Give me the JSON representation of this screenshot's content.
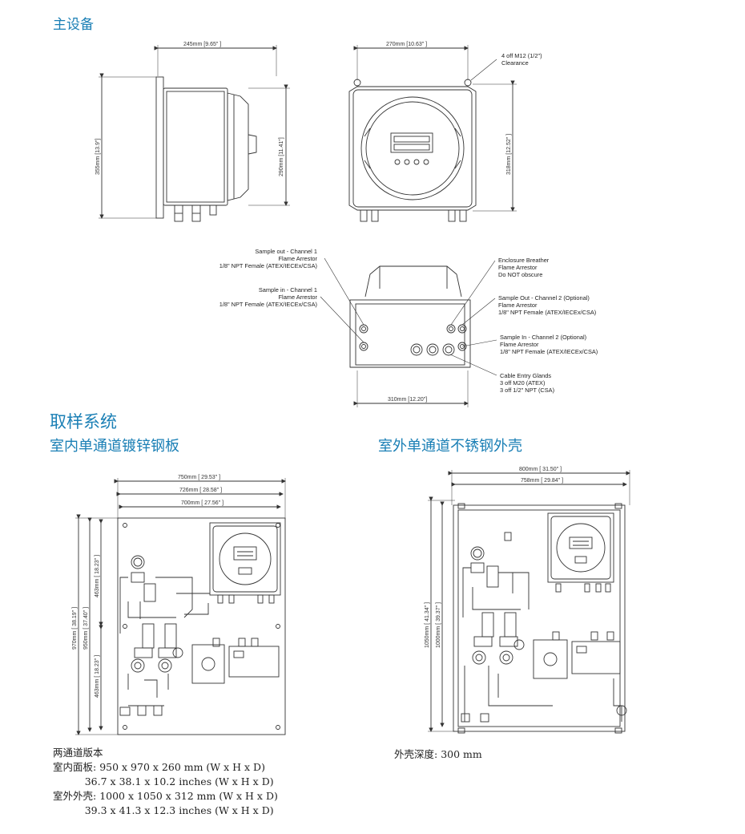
{
  "headings": {
    "main_equipment": "主设备",
    "sampling_system": "取样系统",
    "indoor_panel": "室内单通道镀锌钢板",
    "outdoor_enclosure": "室外单通道不锈钢外壳"
  },
  "main_dims": {
    "side_width": "245mm [9.65\" ]",
    "side_height": "355mm [13.9\"]",
    "side_inner_height": "290mm [11.41\"]",
    "front_width": "270mm [10.63\" ]",
    "front_height": "318mm [12.52\" ]",
    "bottom_width": "310mm [12.20\"]"
  },
  "callouts": {
    "mounting": [
      "4 off M12 (1/2\")",
      "Clearance"
    ],
    "sample_out_1": [
      "Sample out - Channel 1",
      "Flame Arrestor",
      "1/8\" NPT Female (ATEX/IECEx/CSA)"
    ],
    "sample_in_1": [
      "Sample in  - Channel 1",
      "Flame Arrestor",
      "1/8\" NPT Female (ATEX/IECEx/CSA)"
    ],
    "breather": [
      "Enclosure Breather",
      "Flame Arrestor",
      "Do NOT obscure"
    ],
    "sample_out_2": [
      "Sample Out - Channel 2 (Optional)",
      "Flame Arrestor",
      "1/8\" NPT Female (ATEX/IECEx/CSA)"
    ],
    "sample_in_2": [
      "Sample In - Channel  2 (Optional)",
      "Flame Arrestor",
      "1/8\" NPT Female (ATEX/IECEx/CSA)"
    ],
    "glands": [
      "Cable Entry Glands",
      "3 off M20 (ATEX)",
      "3 off 1/2\" NPT (CSA)"
    ]
  },
  "indoor_dims": {
    "w1": "750mm [ 29.53\" ]",
    "w2": "726mm [ 28.58\" ]",
    "w3": "700mm [ 27.56\" ]",
    "h_outer": "970mm [ 38.19\" ]",
    "h_inner": "950mm [ 37.40\" ]",
    "h_upper": "463mm [ 18.23\" ]",
    "h_lower": "463mm [ 18.23\" ]"
  },
  "outdoor_dims": {
    "w1": "800mm [ 31.50\" ]",
    "w2": "758mm [ 29.84\" ]",
    "h_outer": "1050mm [ 41.34\" ]",
    "h_inner": "1000mm [ 39.37\" ]"
  },
  "specs": {
    "title": "两通道版本",
    "indoor_label": "室内面板:",
    "indoor_metric": "950 x 970 x 260 mm (W x H x D)",
    "indoor_imperial": "36.7 x 38.1 x 10.2 inches (W x H x D)",
    "outdoor_label": "室外外壳:",
    "outdoor_metric": "1000 x 1050 x 312 mm (W x H x D)",
    "outdoor_imperial": "39.3 x 41.3 x 12.3 inches (W x H x D)"
  },
  "depth": {
    "label": "外壳深度:",
    "value": "300 mm"
  }
}
